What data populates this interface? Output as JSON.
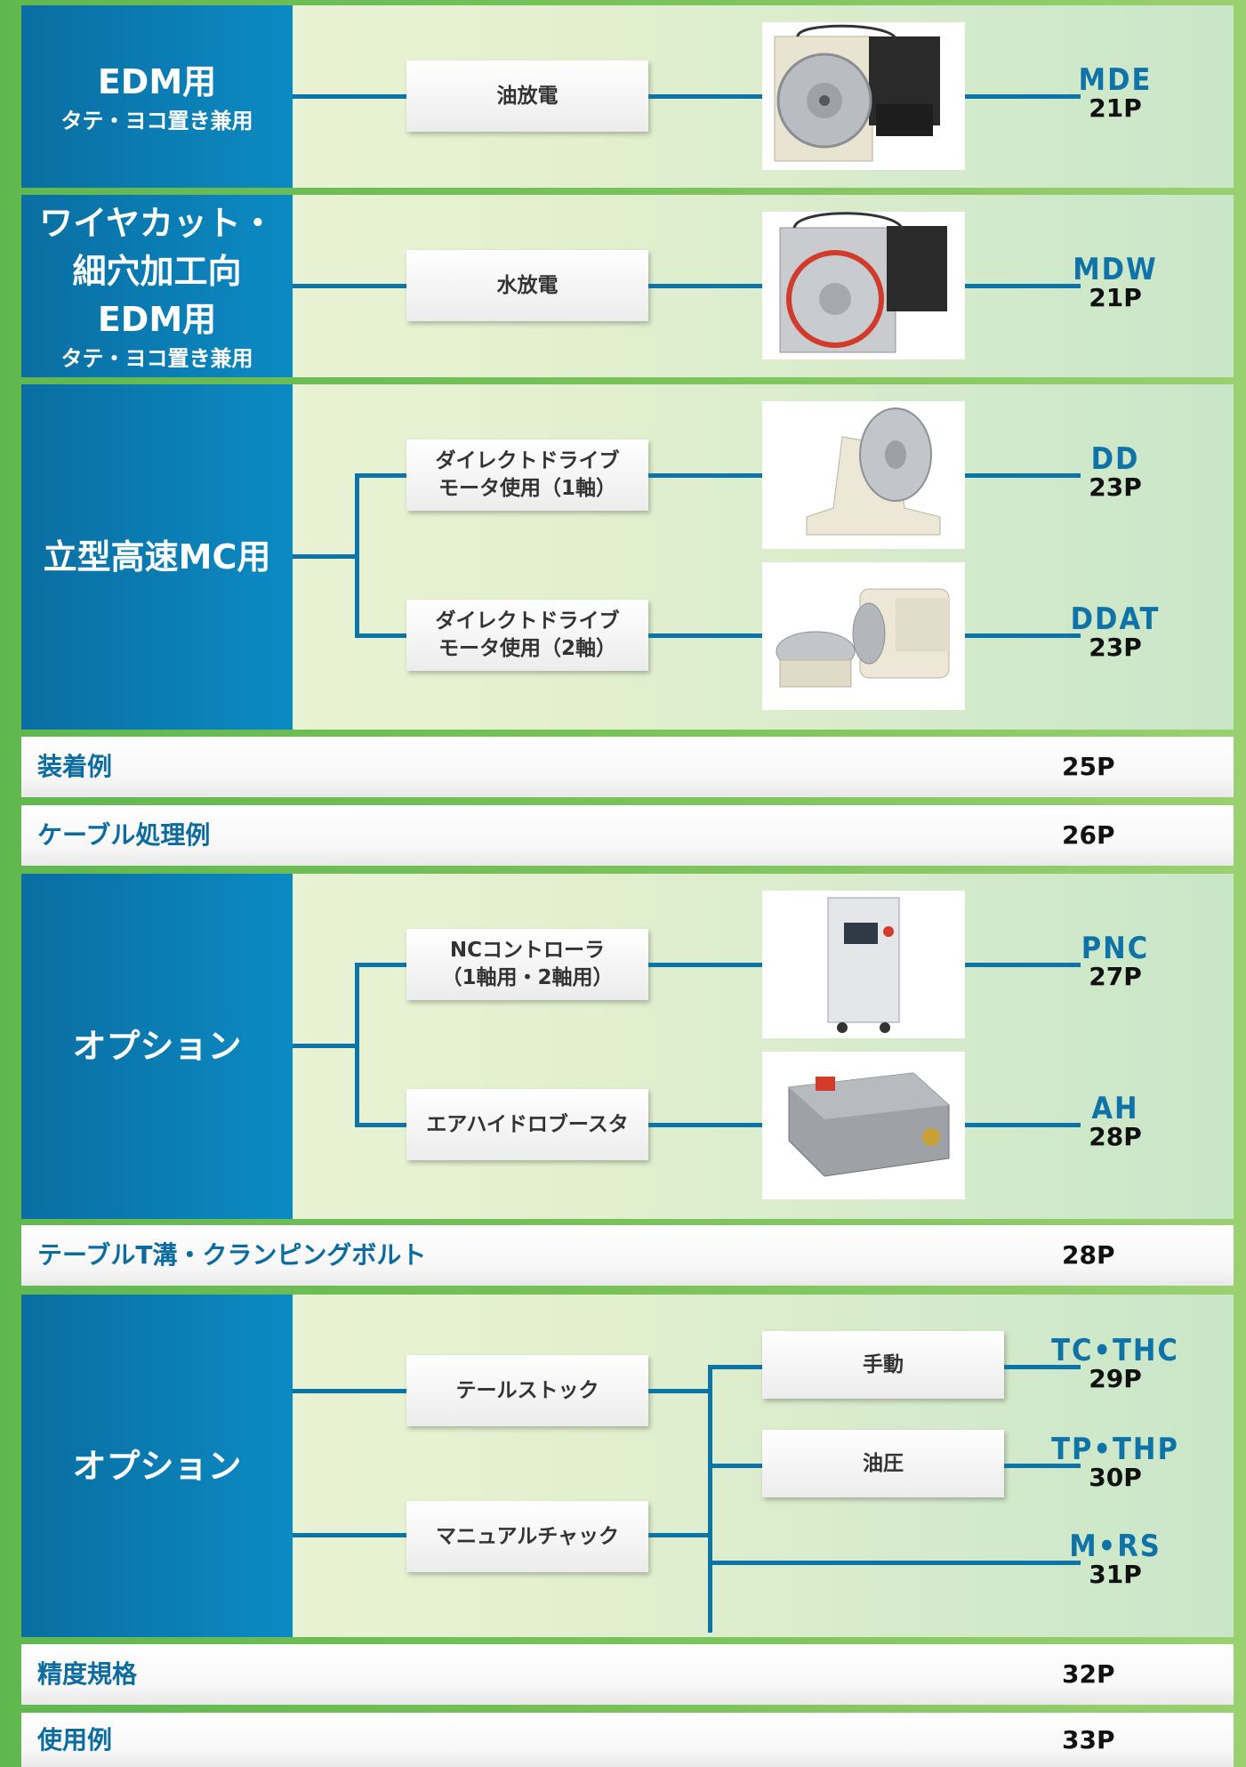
{
  "sections": [
    {
      "title": "EDM用",
      "subtitle": "タテ・ヨコ置き兼用",
      "items": [
        {
          "label": "油放電",
          "model": "MDE",
          "page": "21P"
        }
      ]
    },
    {
      "title_lines": [
        "ワイヤカット・",
        "細穴加工向",
        "EDM用"
      ],
      "subtitle": "タテ・ヨコ置き兼用",
      "items": [
        {
          "label": "水放電",
          "model": "MDW",
          "page": "21P"
        }
      ]
    },
    {
      "title": "立型高速MC用",
      "items": [
        {
          "label_lines": [
            "ダイレクトドライブ",
            "モータ使用（1軸）"
          ],
          "model": "DD",
          "page": "23P"
        },
        {
          "label_lines": [
            "ダイレクトドライブ",
            "モータ使用（2軸）"
          ],
          "model": "DDAT",
          "page": "23P"
        }
      ]
    },
    {
      "title": "オプション",
      "items": [
        {
          "label_lines": [
            "NCコントローラ",
            "（1軸用・2軸用）"
          ],
          "model": "PNC",
          "page": "27P"
        },
        {
          "label": "エアハイドロブースタ",
          "model": "AH",
          "page": "28P"
        }
      ]
    },
    {
      "title": "オプション",
      "items": [
        {
          "label": "テールストック"
        },
        {
          "label": "マニュアルチャック"
        }
      ],
      "sub_items": [
        {
          "label": "手動",
          "model": "TC•THC",
          "page": "29P"
        },
        {
          "label": "油圧",
          "model": "TP•THP",
          "page": "30P"
        },
        {
          "model": "M•RS",
          "page": "31P"
        }
      ]
    }
  ],
  "bars": [
    {
      "title": "装着例",
      "page": "25P"
    },
    {
      "title": "ケーブル処理例",
      "page": "26P"
    },
    {
      "title": "テーブルT溝・クランピングボルト",
      "page": "28P"
    },
    {
      "title": "精度規格",
      "page": "32P"
    },
    {
      "title": "使用例",
      "page": "33P"
    }
  ]
}
